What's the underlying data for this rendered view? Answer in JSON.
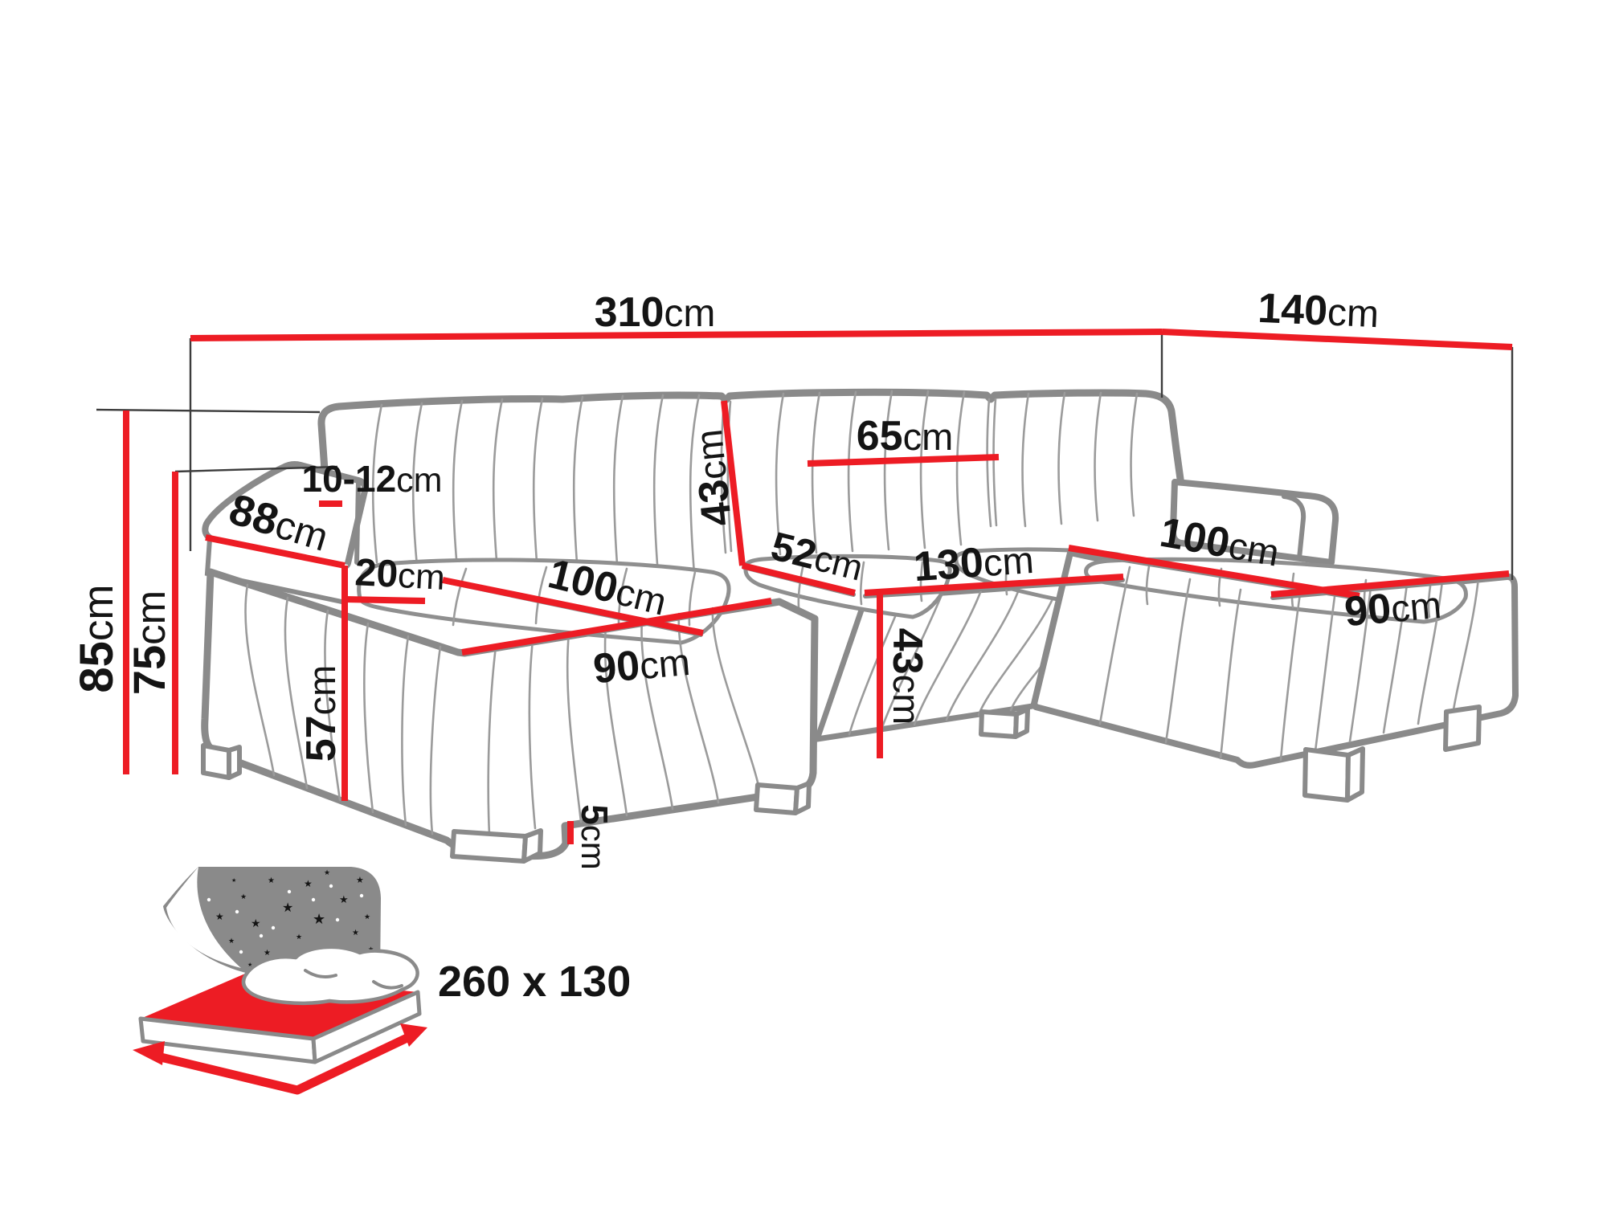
{
  "diagram": {
    "type": "sofa-dimension-diagram",
    "unit": "cm",
    "colors": {
      "dimension_red": "#ed1c24",
      "outline_gray": "#8a8a8a",
      "text_black": "#141414",
      "label_gray": "#8a8a8a"
    },
    "dimensions": {
      "overall_width": {
        "num": "310",
        "unit": "cm"
      },
      "overall_depth": {
        "num": "140",
        "unit": "cm"
      },
      "total_height": {
        "num": "85",
        "unit": "cm"
      },
      "back_height": {
        "num": "75",
        "unit": "cm"
      },
      "armrest_length": {
        "num": "88",
        "unit": "cm"
      },
      "headrest_range": {
        "num": "10-12",
        "unit": "cm"
      },
      "armrest_width": {
        "num": "20",
        "unit": "cm"
      },
      "chaise_left_length": {
        "num": "100",
        "unit": "cm"
      },
      "chaise_left_width": {
        "num": "90",
        "unit": "cm"
      },
      "seat_height_left": {
        "num": "57",
        "unit": "cm"
      },
      "backrest_height": {
        "num": "43",
        "unit": "cm"
      },
      "back_cushion_width": {
        "num": "65",
        "unit": "cm"
      },
      "seat_depth": {
        "num": "52",
        "unit": "cm"
      },
      "middle_seat_width": {
        "num": "130",
        "unit": "cm"
      },
      "seat_height_middle": {
        "num": "43",
        "unit": "cm"
      },
      "chaise_right_length": {
        "num": "100",
        "unit": "cm"
      },
      "chaise_right_width": {
        "num": "90",
        "unit": "cm"
      },
      "leg_height": {
        "num": "5",
        "unit": "cm"
      }
    },
    "sleeping_area": {
      "label": "260 x 130"
    }
  }
}
